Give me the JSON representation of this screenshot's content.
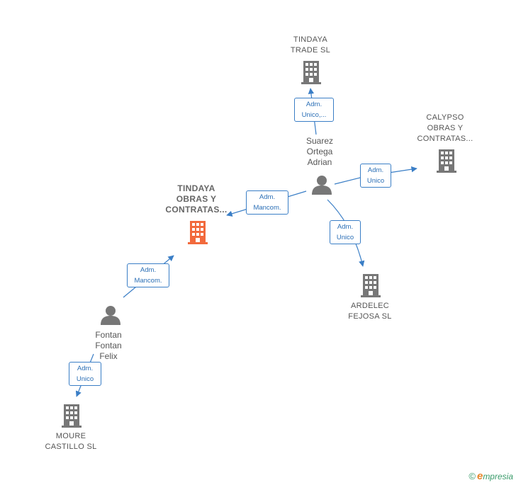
{
  "colors": {
    "edge": "#3a7ec6",
    "building": "#777777",
    "building_main": "#f26a3d",
    "person": "#777777"
  },
  "companies": {
    "tindaya_trade": {
      "line1": "TINDAYA",
      "line2": "TRADE  SL"
    },
    "calypso": {
      "line1": "CALYPSO",
      "line2": "OBRAS Y",
      "line3": "CONTRATAS..."
    },
    "tindaya_obras": {
      "line1": "TINDAYA",
      "line2": "OBRAS Y",
      "line3": "CONTRATAS..."
    },
    "ardelec": {
      "line1": "ARDELEC",
      "line2": "FEJOSA SL"
    },
    "moure": {
      "line1": "MOURE",
      "line2": "CASTILLO  SL"
    }
  },
  "persons": {
    "suarez": {
      "line1": "Suarez",
      "line2": "Ortega",
      "line3": "Adrian"
    },
    "fontan": {
      "line1": "Fontan",
      "line2": "Fontan",
      "line3": "Felix"
    }
  },
  "edges": {
    "suarez_trade": {
      "line1": "Adm.",
      "line2": "Unico,..."
    },
    "suarez_calypso": {
      "line1": "Adm.",
      "line2": "Unico"
    },
    "suarez_obras": {
      "line1": "Adm.",
      "line2": "Mancom."
    },
    "suarez_ardelec": {
      "line1": "Adm.",
      "line2": "Unico"
    },
    "fontan_obras": {
      "line1": "Adm.",
      "line2": "Mancom."
    },
    "fontan_moure": {
      "line1": "Adm.",
      "line2": "Unico"
    }
  },
  "brand": {
    "copyright": "©",
    "first_letter": "e",
    "rest": "mpresia"
  }
}
